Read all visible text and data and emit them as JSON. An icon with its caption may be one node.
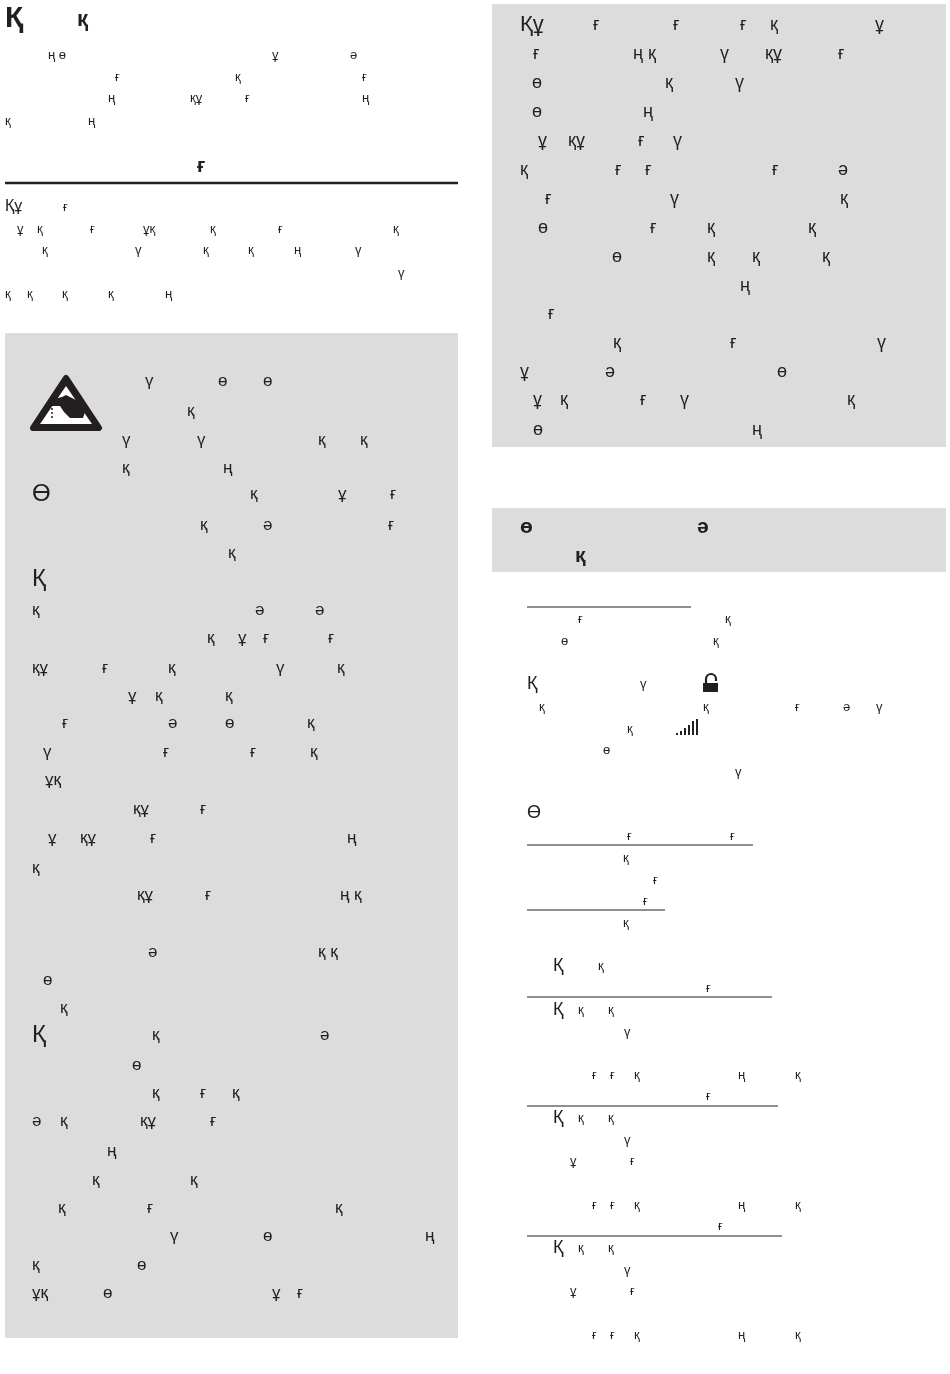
{
  "diagram": {
    "labels": [
      "Қ",
      "қ",
      "ң ө",
      "ұ",
      "ә",
      "ғ",
      "қ",
      "ғ",
      "ң",
      "құ",
      "ғ",
      "ң",
      "қ",
      "ң",
      "ғ",
      "Құ",
      "ғ",
      "ұ",
      "қ",
      "ғ",
      "ұқ",
      "қ",
      "ғ",
      "қ",
      "қ",
      "ү",
      "қ",
      "қ",
      "ң",
      "ү",
      "ү",
      "қ",
      "қ",
      "қ",
      "қ",
      "ң",
      "ү",
      "ө",
      "ө",
      "қ",
      "ү",
      "ү",
      "қ",
      "қ",
      "қ",
      "ң",
      "Ө",
      "қ",
      "ұ",
      "ғ",
      "қ",
      "ә",
      "ғ",
      "қ",
      "Қ",
      "қ",
      "ә",
      "ә",
      "қ",
      "ұ",
      "ғ",
      "ғ",
      "құ",
      "ғ",
      "қ",
      "ү",
      "қ",
      "ұ",
      "қ",
      "қ",
      "ғ",
      "ә",
      "ө",
      "қ",
      "ү",
      "ғ",
      "ғ",
      "қ",
      "ұқ",
      "құ",
      "ғ",
      "ұ",
      "құ",
      "ғ",
      "ң",
      "қ",
      "құ",
      "ғ",
      "ң қ",
      "ә",
      "қ қ",
      "ө",
      "қ",
      "Қ",
      "қ",
      "ә",
      "ө",
      "қ",
      "ғ",
      "қ",
      "ә",
      "қ",
      "құ",
      "ғ",
      "ң",
      "қ",
      "қ",
      "қ",
      "ғ",
      "қ",
      "ү",
      "ө",
      "ң",
      "қ",
      "ө",
      "ұқ",
      "ө",
      "ұ",
      "ғ",
      "Құ",
      "ғ",
      "ғ",
      "ғ",
      "қ",
      "ұ",
      "ғ",
      "ң қ",
      "ү",
      "құ",
      "ғ",
      "ө",
      "қ",
      "ү",
      "ө",
      "ң",
      "ұ",
      "құ",
      "ғ",
      "ү",
      "қ",
      "ғ",
      "ғ",
      "ғ",
      "ә",
      "ғ",
      "ү",
      "қ",
      "ө",
      "ғ",
      "қ",
      "қ",
      "ө",
      "қ",
      "қ",
      "қ",
      "ң",
      "ғ",
      "қ",
      "ғ",
      "ү",
      "ұ",
      "ә",
      "ө",
      "ұ",
      "қ",
      "ғ",
      "ү",
      "қ",
      "ө",
      "ң",
      "ө",
      "ә",
      "қ",
      "ғ",
      "қ",
      "ө",
      "қ",
      "Қ",
      "ү",
      "қ",
      "қ",
      "ғ",
      "ә",
      "ү",
      "қ",
      "ө",
      "ү",
      "Ө",
      "ғ",
      "ғ",
      "қ",
      "ғ",
      "ғ",
      "қ",
      "Қ",
      "қ",
      "ғ",
      "Қ",
      "қ",
      "қ",
      "ү",
      "ғ",
      "ғ",
      "қ",
      "ң",
      "қ",
      "ғ",
      "Қ",
      "қ",
      "қ",
      "ү",
      "ұ",
      "ғ",
      "ғ",
      "ғ",
      "қ",
      "ң",
      "қ",
      "ғ",
      "Қ",
      "қ",
      "қ",
      "ү",
      "ұ",
      "ғ",
      "ғ",
      "ғ",
      "қ",
      "ң",
      "қ"
    ]
  }
}
